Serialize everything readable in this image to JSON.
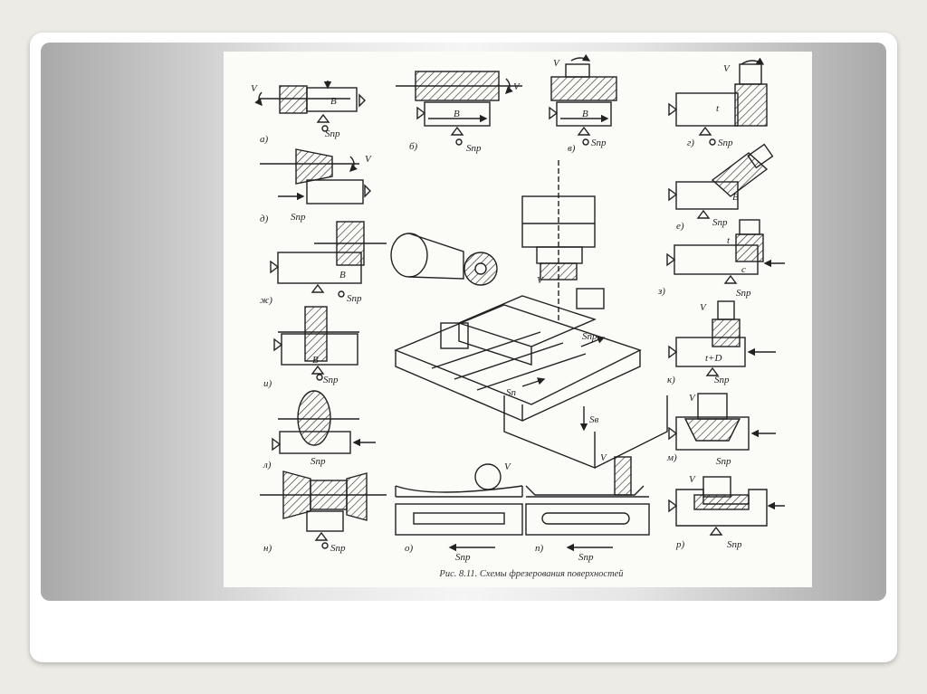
{
  "caption": "Рис. 8.11. Схемы фрезерования поверхностей",
  "feed_symbol": "Sпр",
  "speed_symbol": "V",
  "feed_longitudinal": "Sпр",
  "feed_cross": "Sп",
  "feed_vertical": "Sв",
  "dim_B": "B",
  "dim_t": "t",
  "dim_c": "c",
  "dim_tD": "t+D",
  "panel_letters": [
    "а)",
    "б)",
    "в)",
    "г)",
    "д)",
    "е)",
    "ж)",
    "з)",
    "и)",
    "к)",
    "л)",
    "м)",
    "н)",
    "о)",
    "п)",
    "р)"
  ]
}
